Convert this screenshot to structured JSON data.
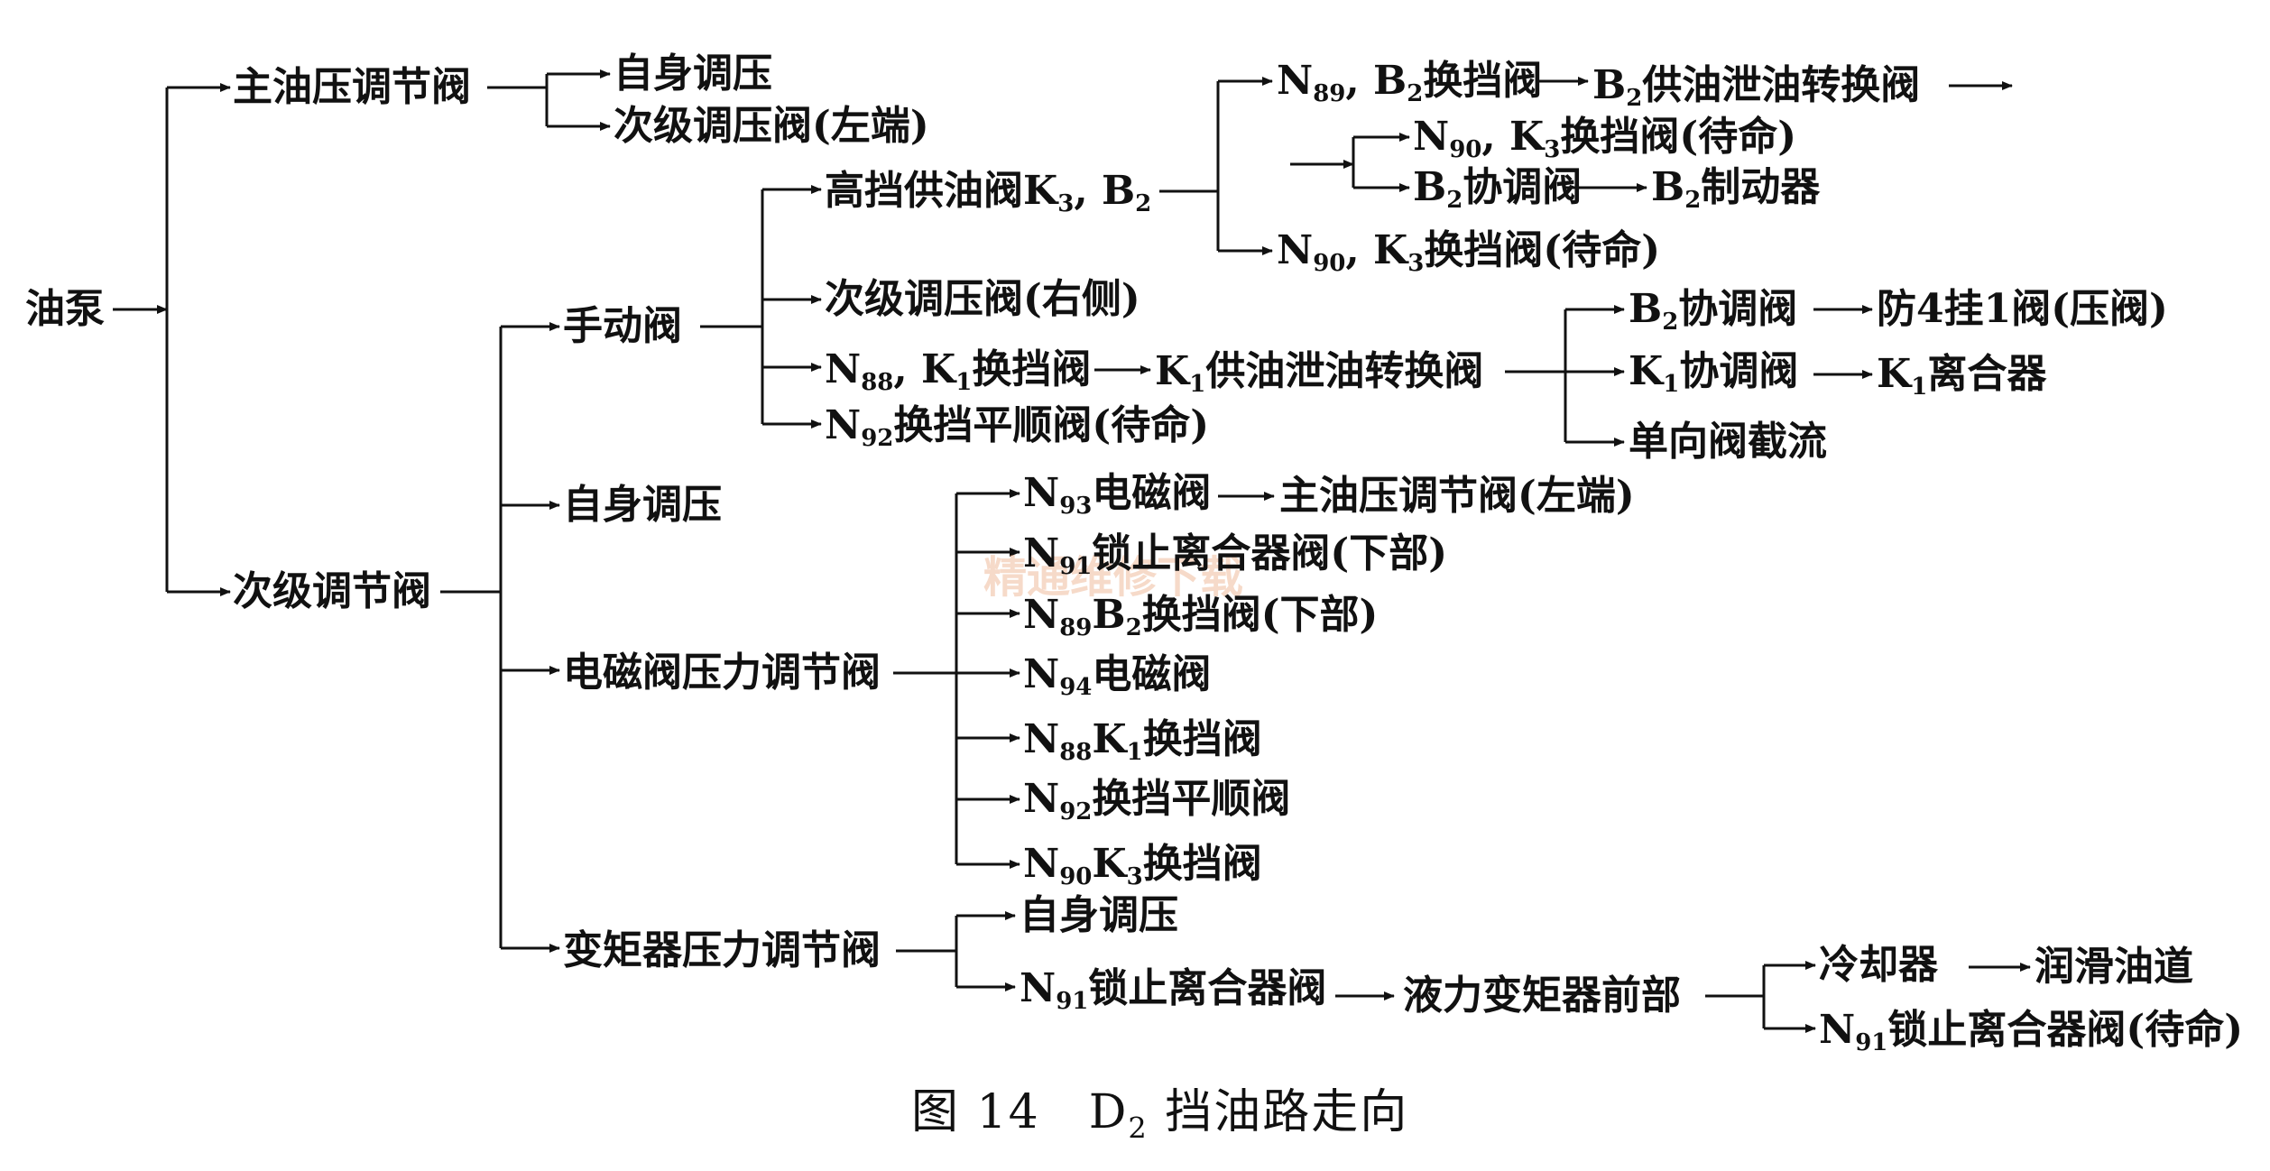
{
  "nodes": {
    "oil_pump": {
      "label": "油泵"
    },
    "main_pressure_reg": {
      "label": "主油压调节阀"
    },
    "self_reg_1": {
      "label": "自身调压"
    },
    "secondary_reg_left": {
      "label": "次级调压阀(左端)"
    },
    "secondary_reg_valve": {
      "label": "次级调节阀"
    },
    "manual_valve": {
      "label": "手动阀"
    },
    "high_gear_valve": {
      "label": "高挡供油阀K<sub>3</sub>, B<sub>2</sub>"
    },
    "secondary_reg_right": {
      "label": "次级调压阀(右侧)"
    },
    "n88_k1_shift": {
      "label": "N<sub>88</sub>, K<sub>1</sub>换挡阀"
    },
    "k1_transfer": {
      "label": "K<sub>1</sub>供油泄油转换阀"
    },
    "n92_smooth_standby": {
      "label": "N<sub>92</sub>换挡平顺阀(待命)"
    },
    "n89_b2_shift": {
      "label": "N<sub>89</sub>, B<sub>2</sub>换挡阀"
    },
    "b2_transfer": {
      "label": "B<sub>2</sub>供油泄油转换阀"
    },
    "n90_k3_standby_a": {
      "label": "N<sub>90</sub>, K<sub>3</sub>换挡阀(待命)"
    },
    "b2_coord_a": {
      "label": "B<sub>2</sub>协调阀"
    },
    "b2_brake": {
      "label": "B<sub>2</sub>制动器"
    },
    "n90_k3_standby_b": {
      "label": "N<sub>90</sub>, K<sub>3</sub>换挡阀(待命)"
    },
    "b2_coord_b": {
      "label": "B<sub>2</sub>协调阀"
    },
    "anti_4_1": {
      "label": "防4挂1阀(压阀)"
    },
    "k1_coord": {
      "label": "K<sub>1</sub>协调阀"
    },
    "k1_clutch": {
      "label": "K<sub>1</sub>离合器"
    },
    "check_valve": {
      "label": "单向阀截流"
    },
    "self_reg_2": {
      "label": "自身调压"
    },
    "solenoid_pressure_reg": {
      "label": "电磁阀压力调节阀"
    },
    "n93_solenoid": {
      "label": "N<sub>93</sub>电磁阀"
    },
    "main_pressure_left": {
      "label": "主油压调节阀(左端)"
    },
    "n91_lockup_lower": {
      "label": "N<sub>91</sub>锁止离合器阀(下部)"
    },
    "n89_b2_lower": {
      "label": "N<sub>89</sub>B<sub>2</sub>换挡阀(下部)"
    },
    "n94_solenoid": {
      "label": "N<sub>94</sub>电磁阀"
    },
    "n88_k1": {
      "label": "N<sub>88</sub>K<sub>1</sub>换挡阀"
    },
    "n92_smooth": {
      "label": "N<sub>92</sub>换挡平顺阀"
    },
    "n90_k3": {
      "label": "N<sub>90</sub>K<sub>3</sub>换挡阀"
    },
    "tc_pressure_reg": {
      "label": "变矩器压力调节阀"
    },
    "self_reg_3": {
      "label": "自身调压"
    },
    "n91_lockup": {
      "label": "N<sub>91</sub>锁止离合器阀"
    },
    "tc_front": {
      "label": "液力变矩器前部"
    },
    "cooler": {
      "label": "冷却器"
    },
    "lube_passage": {
      "label": "润滑油道"
    },
    "n91_lockup_standby": {
      "label": "N<sub>91</sub>锁止离合器阀(待命)"
    }
  },
  "caption": "图 14　D<sub>2</sub> 挡油路走向",
  "watermark": "精通维修下载"
}
